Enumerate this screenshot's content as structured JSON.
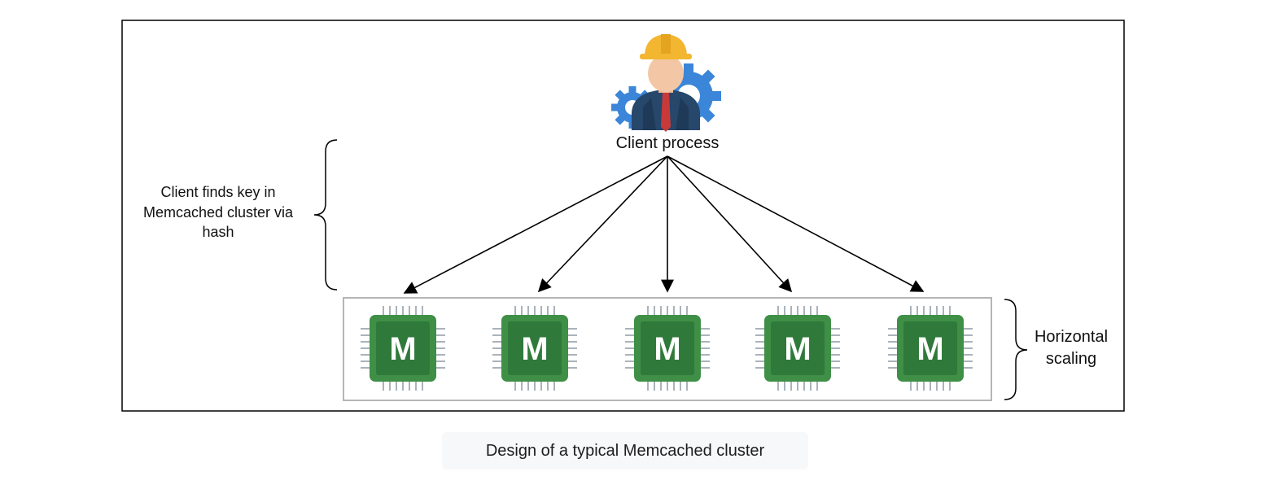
{
  "client": {
    "label": "Client process",
    "icon": "engineer-with-gears-icon"
  },
  "annotation_left": {
    "lines": [
      "Client finds key in",
      "Memcached cluster via",
      "hash"
    ]
  },
  "annotation_right": {
    "lines": [
      "Horizontal",
      "scaling"
    ]
  },
  "nodes": [
    {
      "letter": "M",
      "icon": "memcached-chip-icon"
    },
    {
      "letter": "M",
      "icon": "memcached-chip-icon"
    },
    {
      "letter": "M",
      "icon": "memcached-chip-icon"
    },
    {
      "letter": "M",
      "icon": "memcached-chip-icon"
    },
    {
      "letter": "M",
      "icon": "memcached-chip-icon"
    }
  ],
  "caption": "Design of a typical Memcached cluster",
  "colors": {
    "chip_body": "#3f8f47",
    "chip_face": "#2f7a3a",
    "chip_pins": "#aab3bb",
    "gear": "#3b86d8",
    "helmet": "#f2b630",
    "suit": "#27476b",
    "tie": "#c83a3a",
    "skin": "#f3c7a5"
  }
}
